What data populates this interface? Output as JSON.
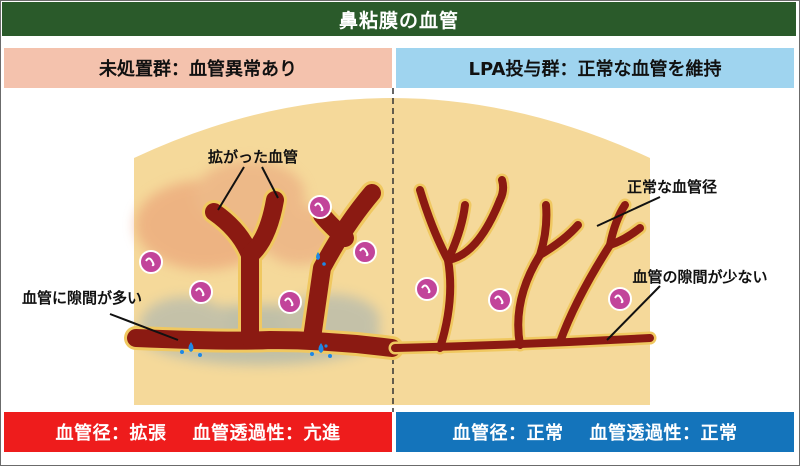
{
  "colors": {
    "title_bg": "#2a5a2a",
    "left_header_bg": "#f4c2ad",
    "right_header_bg": "#9fd4ef",
    "left_footer_bg": "#ee1c1c",
    "right_footer_bg": "#1474bb",
    "tissue": "#f5d99a",
    "vessel_fill": "#8b1a12",
    "vessel_edge": "#f0c860",
    "cell": "#c2449a",
    "fluid": "#1e88e5"
  },
  "title": "鼻粘膜の血管",
  "left": {
    "header": "未処置群：血管異常あり",
    "footer_diameter": "血管径：拡張",
    "footer_permeability": "血管透過性：亢進",
    "label_dilated": "拡がった血管",
    "label_gaps": "血管に隙間が多い"
  },
  "right": {
    "header": "LPA投与群：正常な血管を維持",
    "footer_diameter": "血管径：正常",
    "footer_permeability": "血管透過性：正常",
    "label_normal": "正常な血管径",
    "label_fewgaps": "血管の隙間が少ない"
  }
}
